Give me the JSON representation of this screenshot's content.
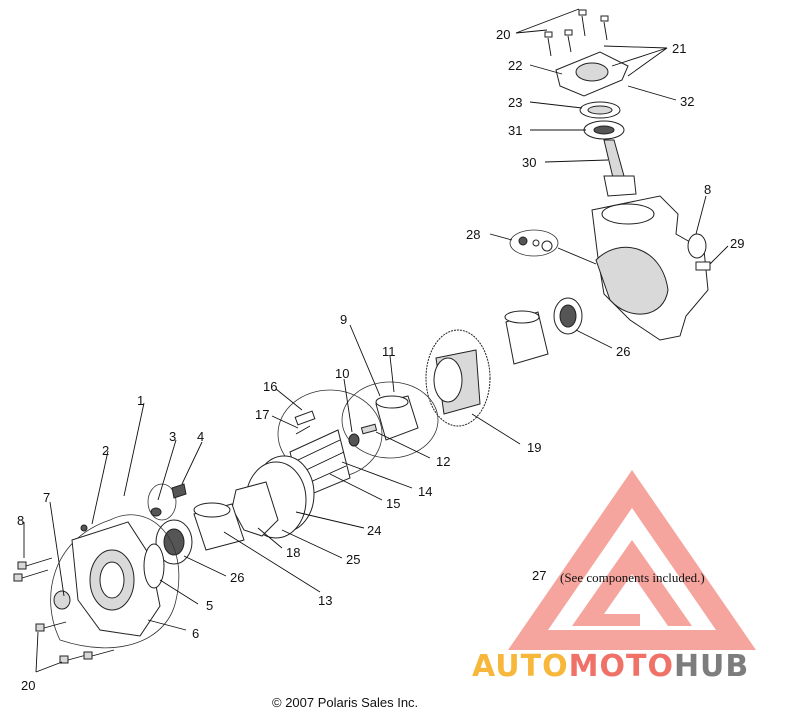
{
  "diagram": {
    "callouts": [
      {
        "id": "c1",
        "text": "1"
      },
      {
        "id": "c2",
        "text": "2"
      },
      {
        "id": "c3",
        "text": "3"
      },
      {
        "id": "c4",
        "text": "4"
      },
      {
        "id": "c5",
        "text": "5"
      },
      {
        "id": "c6",
        "text": "6"
      },
      {
        "id": "c7",
        "text": "7"
      },
      {
        "id": "c8a",
        "text": "8"
      },
      {
        "id": "c8b",
        "text": "8"
      },
      {
        "id": "c9",
        "text": "9"
      },
      {
        "id": "c10",
        "text": "10"
      },
      {
        "id": "c11",
        "text": "11"
      },
      {
        "id": "c12",
        "text": "12"
      },
      {
        "id": "c13",
        "text": "13"
      },
      {
        "id": "c14",
        "text": "14"
      },
      {
        "id": "c15",
        "text": "15"
      },
      {
        "id": "c16",
        "text": "16"
      },
      {
        "id": "c17",
        "text": "17"
      },
      {
        "id": "c18",
        "text": "18"
      },
      {
        "id": "c19",
        "text": "19"
      },
      {
        "id": "c20a",
        "text": "20"
      },
      {
        "id": "c20b",
        "text": "20"
      },
      {
        "id": "c21",
        "text": "21"
      },
      {
        "id": "c22",
        "text": "22"
      },
      {
        "id": "c23",
        "text": "23"
      },
      {
        "id": "c24",
        "text": "24"
      },
      {
        "id": "c25",
        "text": "25"
      },
      {
        "id": "c26a",
        "text": "26"
      },
      {
        "id": "c26b",
        "text": "26"
      },
      {
        "id": "c28",
        "text": "28"
      },
      {
        "id": "c29",
        "text": "29"
      },
      {
        "id": "c30",
        "text": "30"
      },
      {
        "id": "c31",
        "text": "31"
      },
      {
        "id": "c32",
        "text": "32"
      }
    ],
    "note_number": "27",
    "note_text": "(See components included.)",
    "copyright": "© 2007 Polaris Sales Inc."
  },
  "watermark": {
    "logo_icon": "automotohub-triangle-logo",
    "word_auto": "AUTO",
    "word_moto": "MOTO",
    "word_hub": "HUB",
    "colors": {
      "auto": "#f7b73b",
      "moto": "#f07167",
      "hub": "#7d7d7d",
      "triangle": "#f07167"
    }
  }
}
